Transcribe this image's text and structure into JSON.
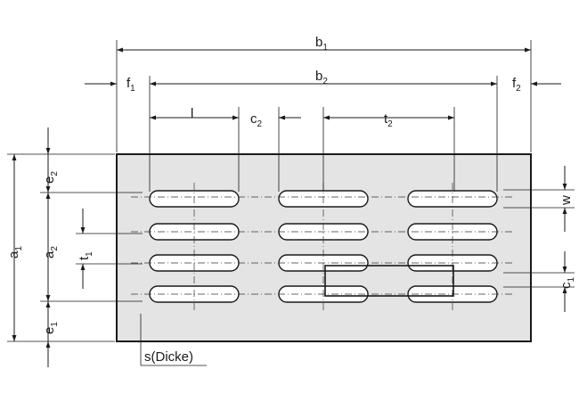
{
  "labels": {
    "b1": {
      "base": "b",
      "sub": "1"
    },
    "b2": {
      "base": "b",
      "sub": "2"
    },
    "f1": {
      "base": "f",
      "sub": "1"
    },
    "f2": {
      "base": "f",
      "sub": "2"
    },
    "l": {
      "base": "l",
      "sub": ""
    },
    "c2": {
      "base": "c",
      "sub": "2"
    },
    "t2": {
      "base": "t",
      "sub": "2"
    },
    "a1": {
      "base": "a",
      "sub": "1"
    },
    "a2": {
      "base": "a",
      "sub": "2"
    },
    "e1": {
      "base": "e",
      "sub": "1"
    },
    "e2": {
      "base": "e",
      "sub": "2"
    },
    "t1": {
      "base": "t",
      "sub": "1"
    },
    "w": {
      "base": "w",
      "sub": ""
    },
    "c1": {
      "base": "c",
      "sub": "1"
    },
    "thickness": "s(Dicke)"
  },
  "slots": {
    "rows": 4,
    "cols": 3
  },
  "colors": {
    "plate": "#e4e4e4",
    "line": "#1a1a1a",
    "slot": "#ffffff"
  }
}
